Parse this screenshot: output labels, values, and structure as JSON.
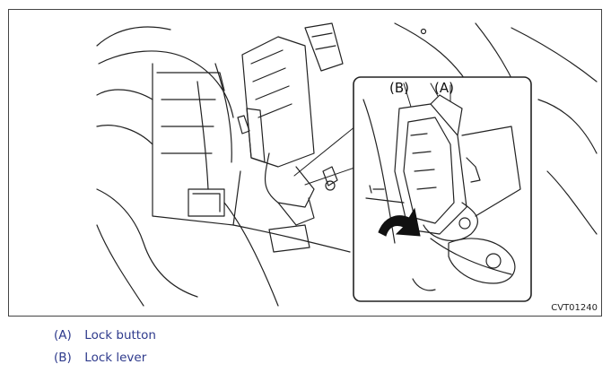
{
  "figure": {
    "code": "CVT01240",
    "callouts": {
      "a": "(A)",
      "b": "(B)"
    }
  },
  "legend": [
    {
      "tag": "(A)",
      "text": "Lock button"
    },
    {
      "tag": "(B)",
      "text": "Lock lever"
    }
  ]
}
